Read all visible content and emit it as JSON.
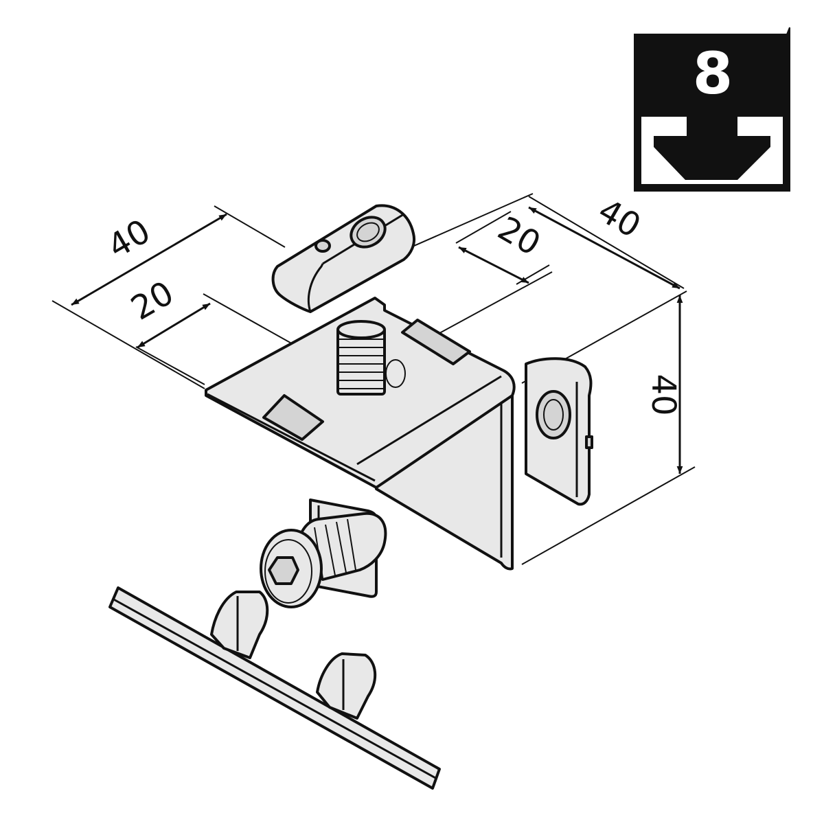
{
  "badge": {
    "slot_size": "8",
    "bg_color": "#111111",
    "fg_color": "#ffffff"
  },
  "dimensions": {
    "top_left_outer": "40",
    "top_left_inner": "20",
    "top_right_inner": "20",
    "top_right_outer": "40",
    "right_height": "40"
  },
  "colors": {
    "part_fill": "#e8e8e8",
    "line": "#111111"
  }
}
